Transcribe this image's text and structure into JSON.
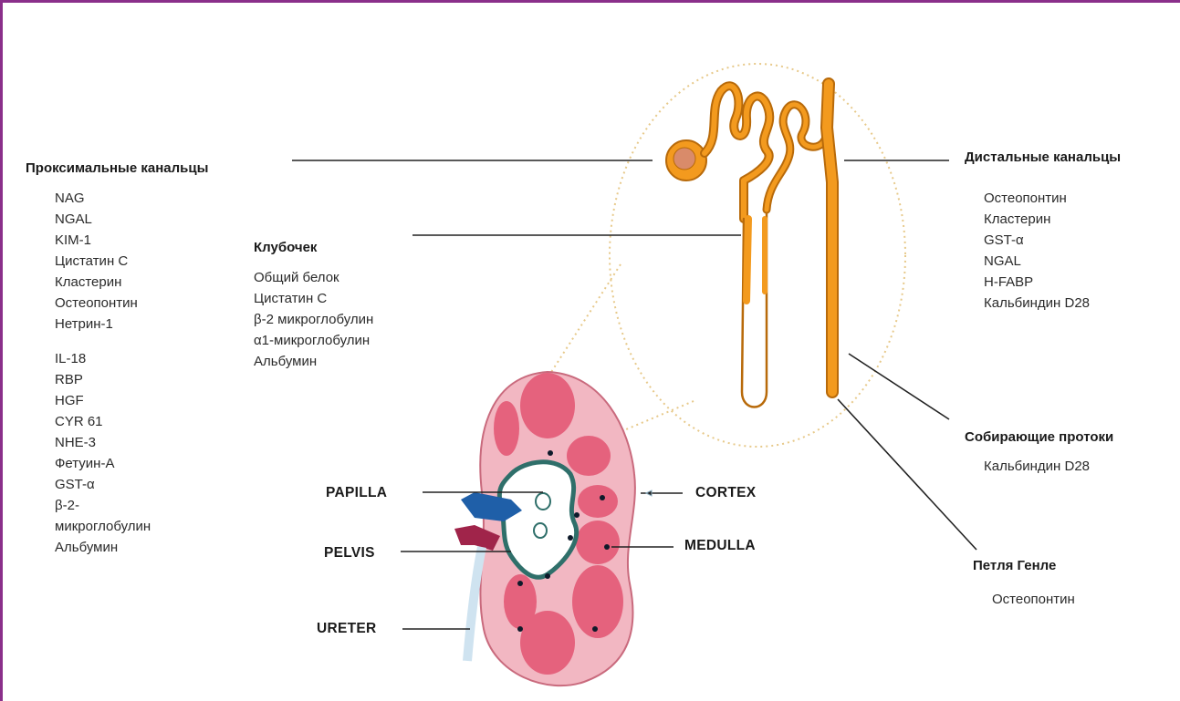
{
  "groups": {
    "proximal": {
      "title": "Проксимальные канальцы",
      "items_a": [
        "NAG",
        "NGAL",
        "KIM-1",
        "Цистатин С",
        "Кластерин",
        "Остеопонтин",
        "Нетрин-1"
      ],
      "items_b": [
        "IL-18",
        "RBP",
        "HGF",
        "CYR 61",
        "NHE-3",
        "Фетуин-А",
        "GST-α",
        "β-2-",
        "микроглобулин",
        "Альбумин"
      ]
    },
    "glomerulus": {
      "title": "Клубочек",
      "items": [
        "Общий белок",
        "Цистатин С",
        "β-2 микроглобулин",
        "α1-микроглобулин",
        "Альбумин"
      ]
    },
    "distal": {
      "title": "Дистальные канальцы",
      "items": [
        "Остеопонтин",
        "Кластерин",
        "GST-α",
        "NGAL",
        "H-FABP",
        "Кальбиндин D28"
      ]
    },
    "collecting": {
      "title": "Собирающие протоки",
      "items": [
        "Кальбиндин D28"
      ]
    },
    "henle": {
      "title": "Петля Генле",
      "items": [
        "Остеопонтин"
      ]
    }
  },
  "kidney_labels": {
    "papilla": "PAPILLA",
    "pelvis": "PELVIS",
    "ureter": "URETER",
    "cortex": "CORTEX",
    "medulla": "MEDULLA"
  },
  "colors": {
    "frame": "#8a2f8a",
    "nephron": "#f39a1e",
    "nephron_outline": "#b86a0a",
    "kidney_outer": "#f2b7c2",
    "kidney_pyramid": "#e5627d",
    "pelvis_fill": "#ffffff",
    "pelvis_outline": "#2f6f6a",
    "vein": "#1f5fa8",
    "artery": "#a0244a",
    "ureter": "#cfe3f0",
    "leader_line": "#222222",
    "zoom_dots": "#e7c98a"
  }
}
